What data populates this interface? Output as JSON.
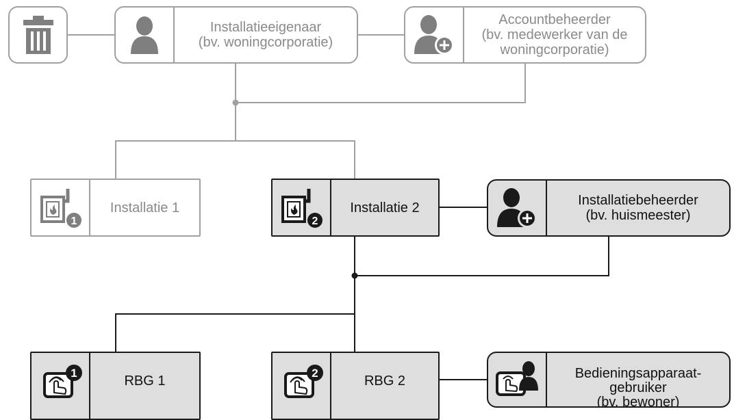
{
  "nodes": {
    "owner": "Installatieeigenaar\n(bv. woningcorporatie)",
    "account_admin": "Accountbeheerder\n(bv. medewerker van de\nwoningcorporatie)",
    "installation_1": "Installatie 1",
    "installation_2": "Installatie 2",
    "installation_admin": "Installatiebeheerder\n(bv. huismeester)",
    "rbg_1": "RBG 1",
    "rbg_2": "RBG 2",
    "rbg_user": "Bedieningsapparaat-\ngebruiker\n(bv. bewoner)"
  },
  "badges": {
    "installation_1": "1",
    "installation_2": "2",
    "rbg_1": "1",
    "rbg_2": "2"
  },
  "icons": {
    "trash": "trash-icon",
    "owner": "person-icon",
    "account_admin": "person-add-icon",
    "installation": "boiler-icon",
    "installation_admin": "person-add-icon",
    "rbg": "touch-panel-icon",
    "rbg_user": "panel-user-icon"
  },
  "colors": {
    "inactive_border": "#a0a0a0",
    "inactive_text": "#8a8a8a",
    "active_border": "#1a1a1a",
    "active_fill": "#dedede",
    "inactive_icon": "#7f7f7f",
    "active_icon": "#1a1a1a"
  }
}
